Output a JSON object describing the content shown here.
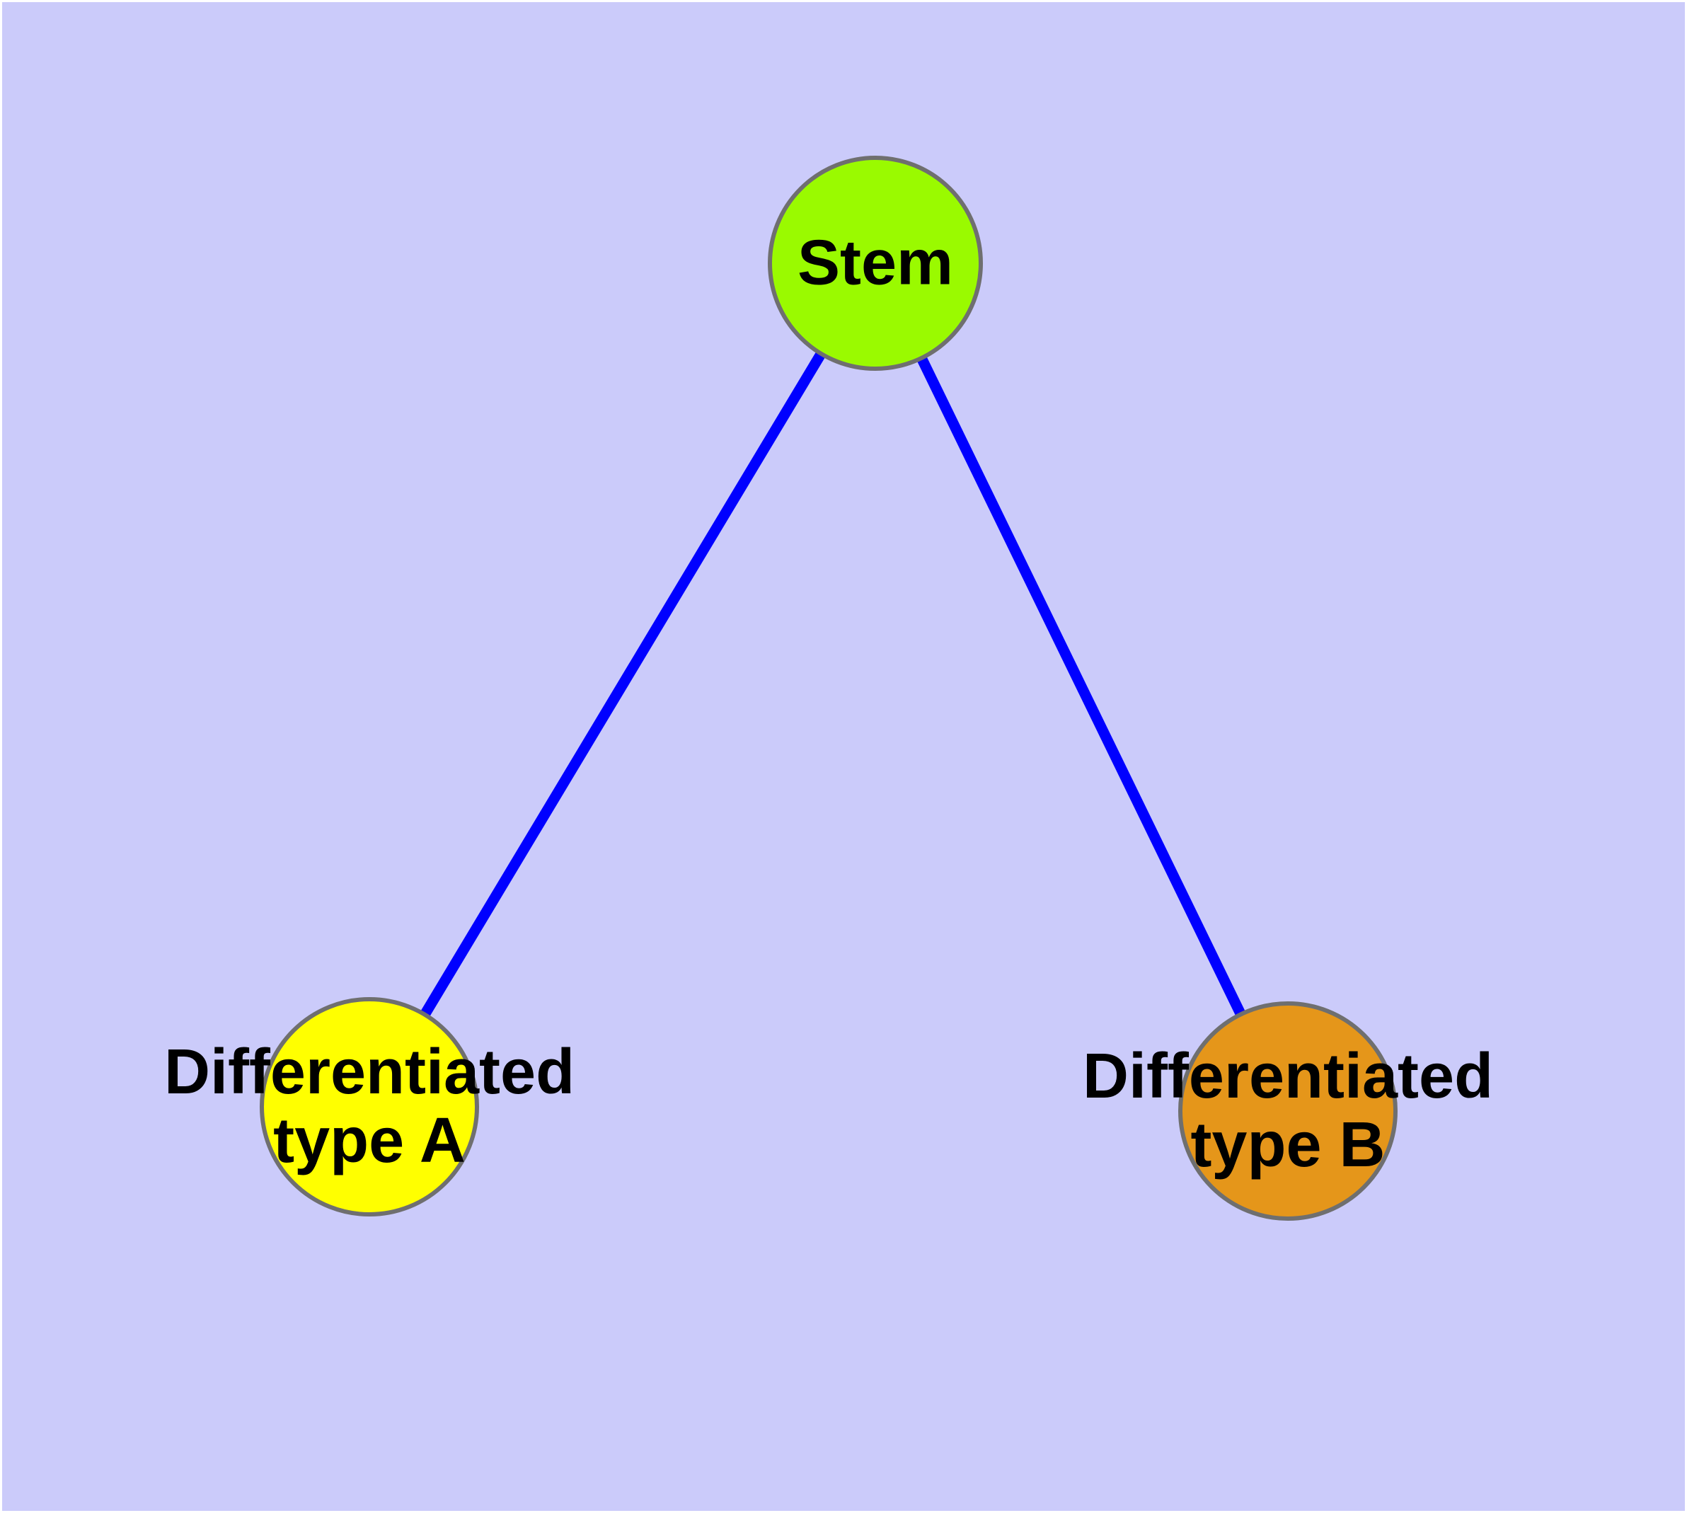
{
  "diagram": {
    "title": "stem cell differentiation graph",
    "background_color": "#cbcbfa",
    "frame_color": "#ffffff",
    "node_border_color": "#6f6f6f",
    "edge_color": "#0000ff",
    "nodes": {
      "stem": {
        "label": "Stem",
        "fill": "#9afa00"
      },
      "type_a": {
        "label": "Differentiated type A",
        "line1": "Differentiated",
        "line2": "type A",
        "fill": "#ffff00"
      },
      "type_b": {
        "label": "Differentiated type B",
        "line1": "Differentiated",
        "line2": "type B",
        "fill": "#e5961a"
      }
    },
    "edges": [
      {
        "from": "Stem",
        "to": "Differentiated type A"
      },
      {
        "from": "Stem",
        "to": "Differentiated type B"
      }
    ]
  }
}
